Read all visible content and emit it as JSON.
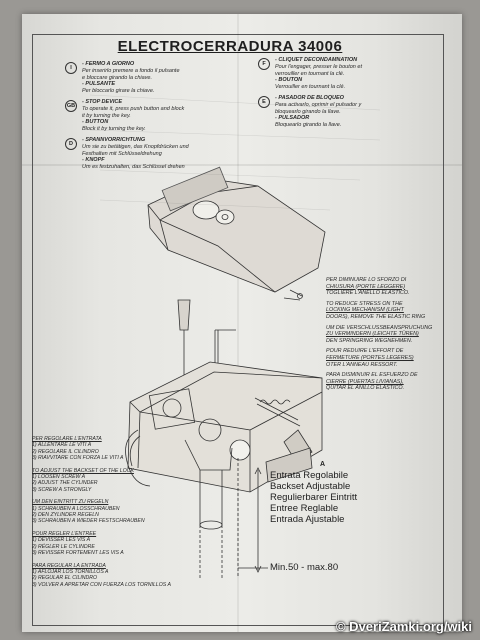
{
  "title": "ELECTROCERRADURA 34006",
  "blocks": {
    "I": {
      "badge": "I",
      "lines": [
        {
          "t": "- FERMO A GIORNO",
          "s": "head"
        },
        {
          "t": "Per inserirlo premere a fondo il pulsante",
          "s": "it"
        },
        {
          "t": "e bloccare girando la chiave.",
          "s": "it"
        },
        {
          "t": "- PULSANTE",
          "s": "head"
        },
        {
          "t": "Per bloccarlo girare la chiave.",
          "s": "it"
        }
      ]
    },
    "GB": {
      "badge": "GB",
      "lines": [
        {
          "t": "- STOP DEVICE",
          "s": "head"
        },
        {
          "t": "To operate it, press push button and block",
          "s": "it"
        },
        {
          "t": "it by turning the key.",
          "s": "it"
        },
        {
          "t": "- BUTTON",
          "s": "head"
        },
        {
          "t": "Block it by turning the key.",
          "s": "it"
        }
      ]
    },
    "D": {
      "badge": "D",
      "lines": [
        {
          "t": "- SPANNVORRICHTUNG",
          "s": "head"
        },
        {
          "t": "Um sie zu betätigen, das Knopfdrücken und",
          "s": "it"
        },
        {
          "t": "Festhalten mit Schlüsseldrehung",
          "s": "it"
        },
        {
          "t": "- KNOPF",
          "s": "head"
        },
        {
          "t": "Um es festzuhalten, das Schlüssel drehen",
          "s": "it"
        }
      ]
    },
    "F": {
      "badge": "F",
      "lines": [
        {
          "t": "- CLIQUET DECONDAMNATION",
          "s": "head"
        },
        {
          "t": "Pour l'engager, presser le bouton et",
          "s": "it"
        },
        {
          "t": "verrouiller en tournant la clé.",
          "s": "it"
        },
        {
          "t": "- BOUTON",
          "s": "head"
        },
        {
          "t": "Verrouiller en tournant la clé.",
          "s": "it"
        }
      ]
    },
    "E": {
      "badge": "E",
      "lines": [
        {
          "t": "- PASADOR DE BLOQUEO",
          "s": "head"
        },
        {
          "t": "Para activarlo, oprimir el pulsador y",
          "s": "it"
        },
        {
          "t": "bloquearlo girando la llave.",
          "s": "it"
        },
        {
          "t": "- PULSADOR",
          "s": "head"
        },
        {
          "t": "Bloquearlo girando la llave.",
          "s": "it"
        }
      ]
    }
  },
  "right_captions": [
    {
      "t": "PER DIMINUIRE LO SFORZO DI"
    },
    {
      "t": "CHIUSURA (PORTE LEGGERE)",
      "u": true
    },
    {
      "t": "TOGLIERE L'ANELLO ELASTICO."
    },
    {
      "t": ""
    },
    {
      "t": "TO REDUCE STRESS ON THE"
    },
    {
      "t": "LOCKING MECHANISM (LIGHT",
      "u": true
    },
    {
      "t": "DOORS), REMOVE THE ELASTIC RING"
    },
    {
      "t": ""
    },
    {
      "t": "UM DIE VERSCHLUSSBEANSPRUCHUNG"
    },
    {
      "t": "ZU VERMINDERN (LEICHTE TÜREN)",
      "u": true
    },
    {
      "t": "DEN SPRINGRING WEGNEHMEN."
    },
    {
      "t": ""
    },
    {
      "t": "POUR REDUIRE L'EFFORT DE"
    },
    {
      "t": "FERMETURE (PORTES LEGERES)",
      "u": true
    },
    {
      "t": "OTER L'ANNEAU RESSORT."
    },
    {
      "t": ""
    },
    {
      "t": "PARA DISMINUIR EL ESFUERZO DE"
    },
    {
      "t": "CIERRE (PUERTAS LIVIANAS),",
      "u": true
    },
    {
      "t": "QUITAR EL ANILLO ELÁSTICO."
    }
  ],
  "left_list": [
    {
      "t": "PER REGOLARE L'ENTRATA",
      "h": true
    },
    {
      "t": "1)   ALLENTARE LE VITI A"
    },
    {
      "t": "2)   REGOLARE IL CILINDRO"
    },
    {
      "t": "3)   RIAVVITARE CON FORZA LE VITI A"
    },
    {
      "t": ""
    },
    {
      "t": "TO ADJUST THE BACKSET OF THE LOCK",
      "h": true
    },
    {
      "t": "1)   LOOSEN SCREW A"
    },
    {
      "t": "2)   ADJUST THE CYLINDER"
    },
    {
      "t": "3)   SCREW A STRONGLY"
    },
    {
      "t": ""
    },
    {
      "t": "UM DEN EINTRITT ZU REGELN",
      "h": true
    },
    {
      "t": "1)   SCHRAUBEN A LOSSCHRAUBEN"
    },
    {
      "t": "2)   DEN ZYLINDER REGELN"
    },
    {
      "t": "3)   SCHRAUBEN A WIEDER FESTSCHRAUBEN"
    },
    {
      "t": ""
    },
    {
      "t": "POUR REGLER L'ENTREE",
      "h": true
    },
    {
      "t": "1)   DÉVISSER LES VIS A"
    },
    {
      "t": "2)   RÉGLER LE CYLINDRE"
    },
    {
      "t": "3)   REVISSER FORTEMENT LES VIS A"
    },
    {
      "t": ""
    },
    {
      "t": "PARA REGULAR LA ENTRADA",
      "h": true
    },
    {
      "t": "1)   AFLOJAR LOS TORNILLOS A"
    },
    {
      "t": "2)   REGULAR EL CILINDRO"
    },
    {
      "t": "3)   VOLVER A APRETAR CON FUERZA LOS TORNILLOS A"
    }
  ],
  "backset_labels": [
    "Entrata Regolabile",
    "Backset Adjustable",
    "Regulierbarer Eintritt",
    "Entree Reglable",
    "Entrada Ajustable"
  ],
  "range": "Min.50 - max.80",
  "label_a": "A",
  "watermark": "© DveriZamki.org/wiki"
}
